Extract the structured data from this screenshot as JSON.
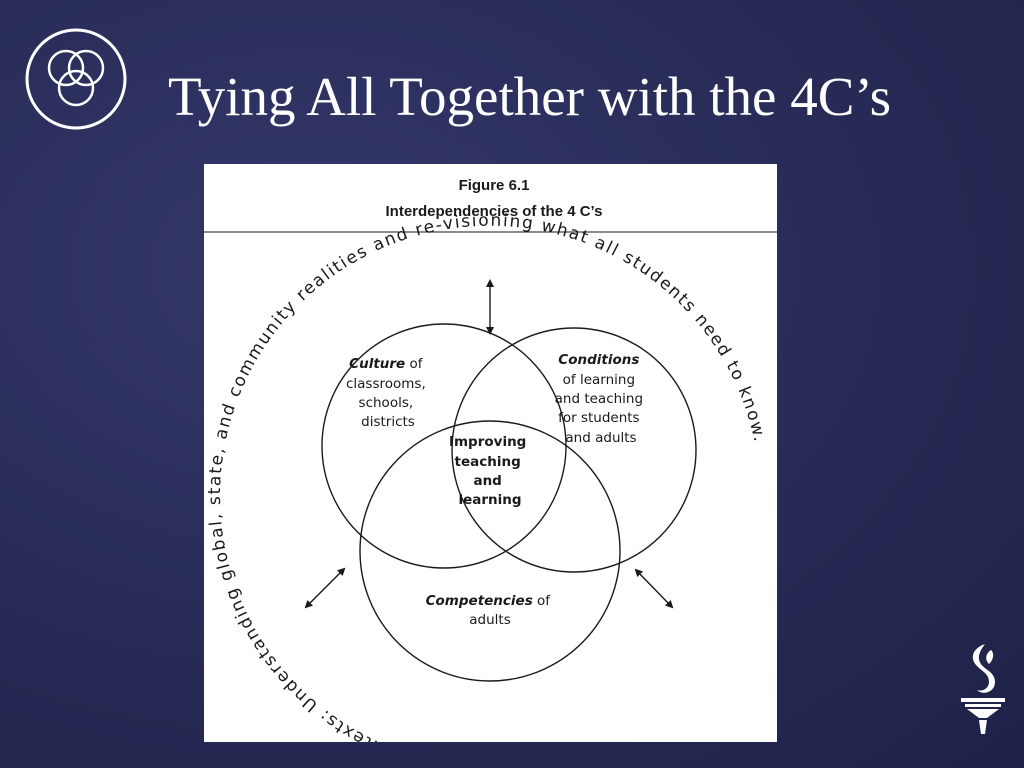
{
  "slide": {
    "title": "Tying All Together with the 4C’s",
    "logo_icon": "three-rings-icon",
    "corner_icon": "torch-icon"
  },
  "figure": {
    "number": "Figure 6.1",
    "caption": "Interdependencies of the 4 C’s",
    "outer_ring_text": "Contexts: Understanding global, state, and community realities and re-visioning what all students need to know.",
    "circles": {
      "culture": {
        "emphasis": "Culture",
        "rest": " of",
        "lines": [
          "classrooms,",
          "schools,",
          "districts"
        ]
      },
      "conditions": {
        "emphasis": "Conditions",
        "lines": [
          "of learning",
          "and teaching",
          "for students",
          "and adults"
        ]
      },
      "competencies": {
        "emphasis": "Competencies",
        "rest": " of",
        "lines": [
          "adults"
        ]
      },
      "center": {
        "lines": [
          "Improving",
          "teaching",
          "and",
          "learning"
        ]
      }
    },
    "arrows": [
      "arrow-top",
      "arrow-lower-left",
      "arrow-lower-right"
    ]
  },
  "colors": {
    "background": "#282b56",
    "title": "#ffffff",
    "panel": "#ffffff",
    "ink": "#1a1a1a"
  }
}
